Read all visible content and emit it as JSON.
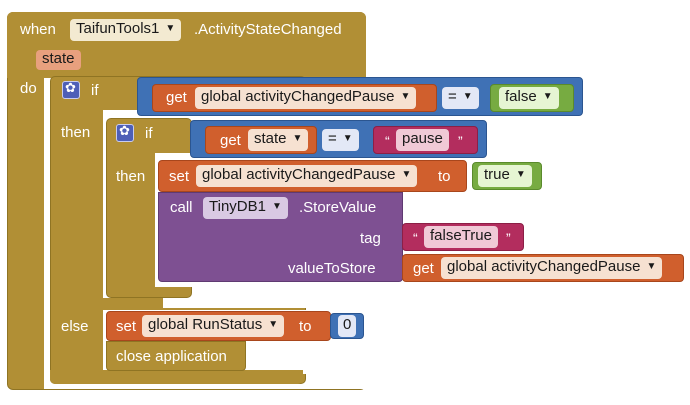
{
  "event": {
    "when": "when",
    "component": "TaifunTools1",
    "event_name": ".ActivityStateChanged",
    "param": "state",
    "do": "do"
  },
  "outer_if": {
    "if": "if",
    "get": "get",
    "variable": "global activityChangedPause",
    "op": "=",
    "value": "false",
    "then": "then",
    "else": "else"
  },
  "inner_if": {
    "if": "if",
    "get": "get",
    "variable": "state",
    "op": "=",
    "string": "pause",
    "then": "then"
  },
  "set1": {
    "set": "set",
    "variable": "global activityChangedPause",
    "to": "to",
    "value": "true"
  },
  "call": {
    "call": "call",
    "component": "TinyDB1",
    "method": ".StoreValue",
    "tag_label": "tag",
    "tag_value": "falseTrue",
    "value_label": "valueToStore",
    "get": "get",
    "value_variable": "global activityChangedPause"
  },
  "set2": {
    "set": "set",
    "variable": "global RunStatus",
    "to": "to",
    "value": "0"
  },
  "close_app": "close application",
  "quote_open": "“",
  "quote_close": "”",
  "colors": {
    "control": "#b18f35",
    "logic": "#77ab41",
    "math": "#3f71b5",
    "variable": "#d05f2d",
    "text": "#b32d5e",
    "procedure": "#7e5092",
    "event_dark": "#8f7423"
  }
}
